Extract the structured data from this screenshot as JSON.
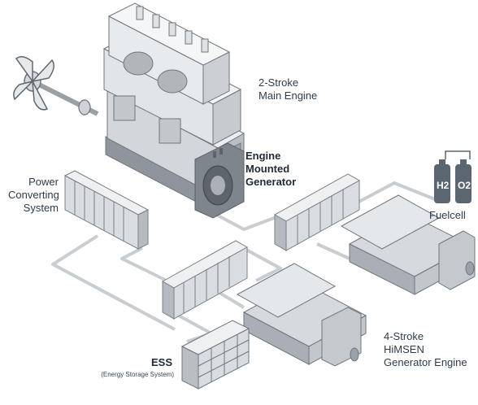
{
  "labels": {
    "main_engine": [
      "2-Stroke",
      "Main Engine"
    ],
    "engine_generator": [
      "Engine",
      "Mounted",
      "Generator"
    ],
    "power_converting": [
      "Power",
      "Converting",
      "System"
    ],
    "fuelcell_title": "Fuelcell",
    "fuelcell_h2": "H2",
    "fuelcell_o2": "O2",
    "ess_title": "ESS",
    "ess_subtitle": "(Energy Storage System)",
    "generator_engine": [
      "4-Stroke",
      "HiMSEN",
      "Generator Engine"
    ]
  },
  "colors": {
    "line": "#c8cdd2",
    "metal_light": "#e8eaed",
    "metal_mid": "#c4c8cd",
    "metal_dark": "#8f959c",
    "tank": "#5c6670",
    "text": "#2f3b4a"
  }
}
